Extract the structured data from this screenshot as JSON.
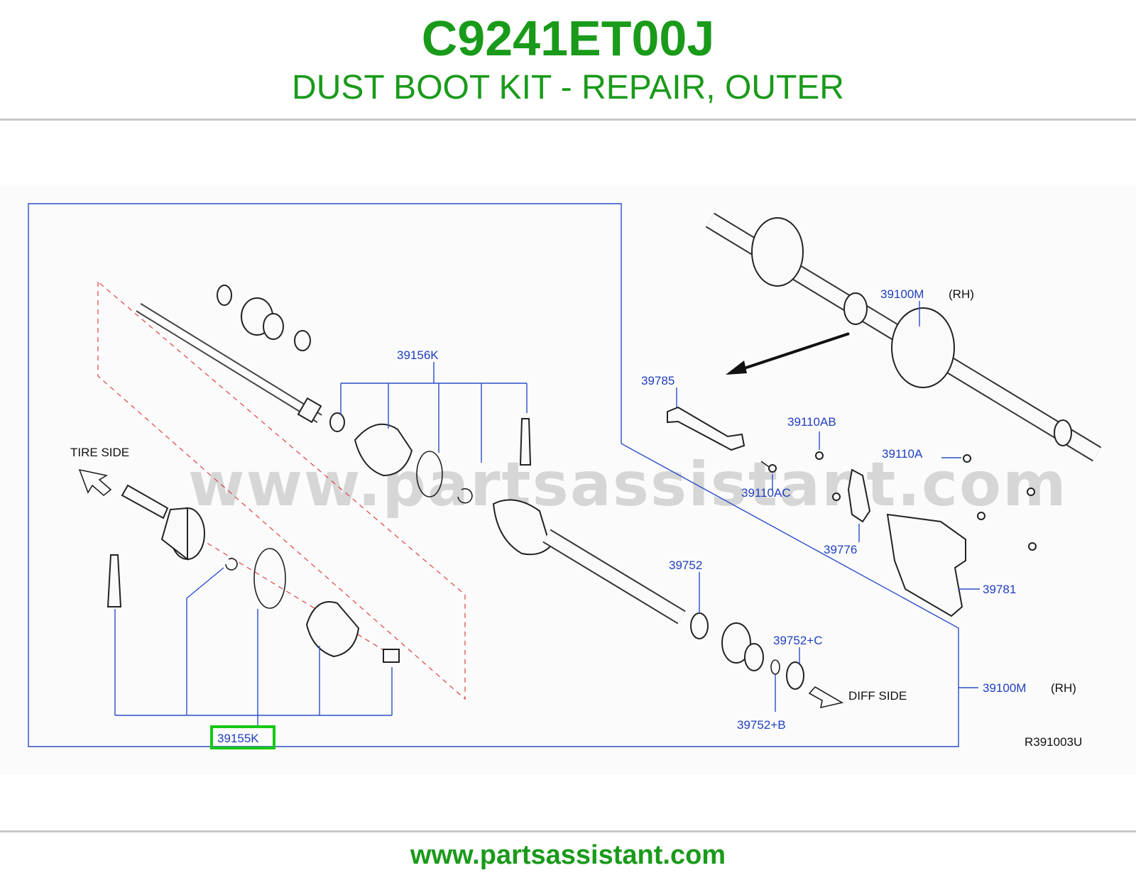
{
  "header": {
    "part_number": "C9241ET00J",
    "description": "DUST BOOT KIT - REPAIR, OUTER"
  },
  "watermark": "www.partsassistant.com",
  "footer": {
    "site": "www.partsassistant.com"
  },
  "diagram": {
    "code": "R391003U",
    "side_labels": {
      "tire_side": "TIRE   SIDE",
      "diff_side": "DIFF   SIDE"
    },
    "callouts": {
      "p39156K": "39156K",
      "p39155K": "39155K",
      "p39785": "39785",
      "p39110AB": "39110AB",
      "p39110A": "39110A",
      "p39110AC": "39110AC",
      "p39776": "39776",
      "p39781": "39781",
      "p39752": "39752",
      "p39752C": "39752+C",
      "p39752B": "39752+B",
      "p39100M_top": "39100M",
      "p39100M_top_suffix": "(RH)",
      "p39100M_bottom": "39100M",
      "p39100M_bottom_suffix": "(RH)"
    },
    "highlight_color": "#14c814"
  }
}
